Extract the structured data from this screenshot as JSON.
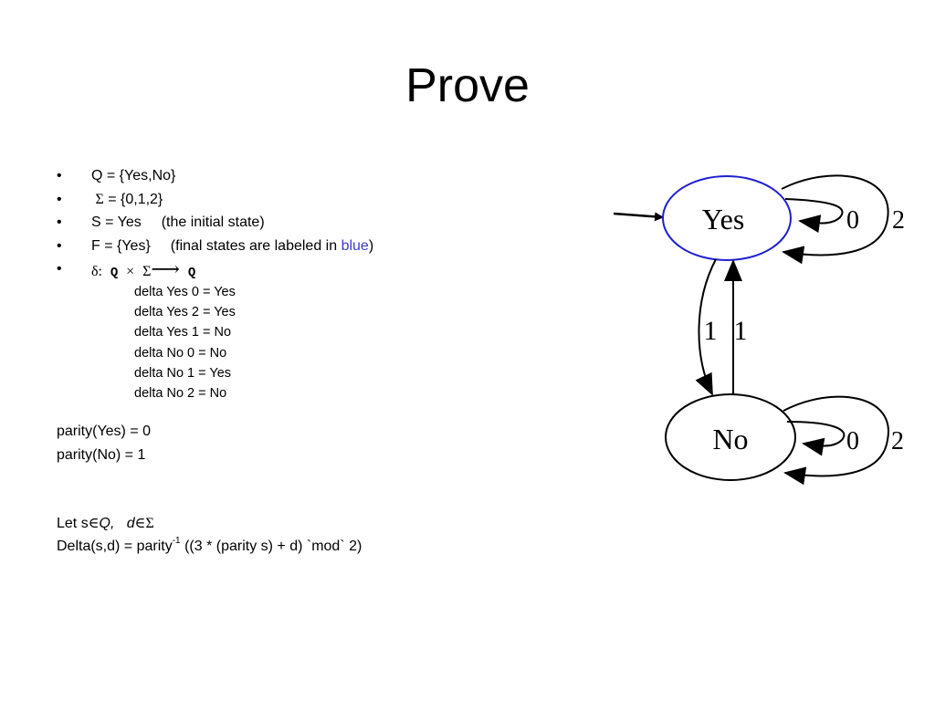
{
  "title": "Prove",
  "bullets": {
    "q": "Q = {Yes,No}",
    "sigma_symbol": "Σ",
    "sigma_rest": " =  {0,1,2}",
    "start_text": "S = Yes",
    "start_note": "(the initial state)",
    "final_text": "F = {Yes}",
    "final_note_pre": "(final states are labeled in ",
    "final_note_blue": "blue",
    "final_note_post": ")",
    "delta_symbol": "δ:",
    "delta_q1": "Q",
    "delta_times": "×",
    "delta_sigma": "Σ",
    "delta_arrow": "⟶",
    "delta_q2": "Q"
  },
  "transitions": [
    "delta Yes 0 = Yes",
    "delta Yes 2 = Yes",
    "delta Yes 1 = No",
    "delta No 0 = No",
    "delta No 1 = Yes",
    "delta No 2 = No"
  ],
  "parity": {
    "yes": "parity(Yes) = 0",
    "no": "parity(No) = 1"
  },
  "let_line": {
    "pre": "Let s",
    "elem1": "∈",
    "q": "Q,",
    "d": "d",
    "elem2": "∈",
    "sigma": "Σ"
  },
  "delta_def": {
    "pre": "Delta(s,d) = parity",
    "sup": "-1",
    "post": " ((3 * (parity s) + d) `mod` 2)"
  },
  "diagram": {
    "state_yes": "Yes",
    "state_no": "No",
    "loop_yes_inner": "0",
    "loop_yes_outer": "2",
    "loop_no_inner": "0",
    "loop_no_outer": "2",
    "edge_yes_to_no": "1",
    "edge_no_to_yes": "1",
    "accept_color": "#2020d0"
  }
}
